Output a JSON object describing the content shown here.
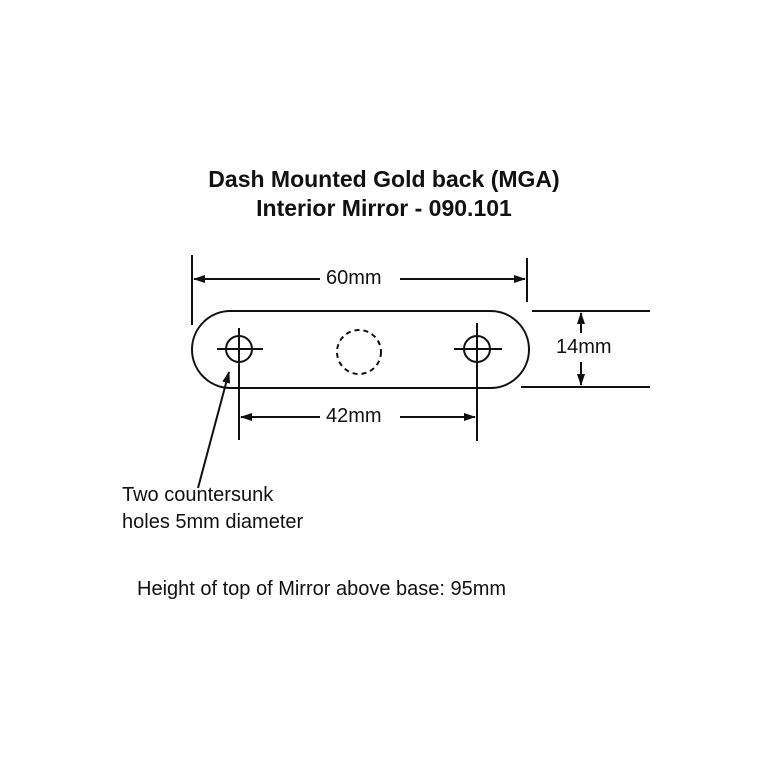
{
  "title": {
    "line1": "Dash Mounted Gold back (MGA)",
    "line2": "Interior Mirror - 090.101"
  },
  "dimensions": {
    "overall_length": "60mm",
    "hole_spacing": "42mm",
    "width": "14mm"
  },
  "callout": {
    "line1": "Two countersunk",
    "line2": "holes 5mm diameter"
  },
  "footer": "Height of top of Mirror above base: 95mm"
}
